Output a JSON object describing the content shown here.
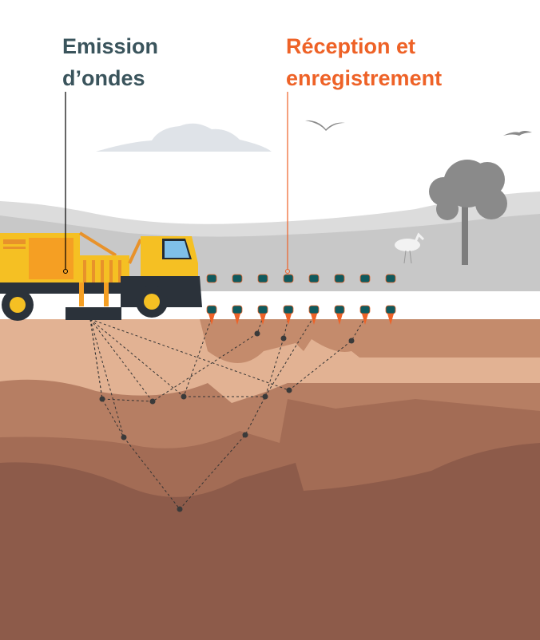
{
  "labels": {
    "emission_line1": "Emission",
    "emission_line2": "d’ondes",
    "reception_line1": "Réception et",
    "reception_line2": "enregistrement"
  },
  "colors": {
    "emission": "#3a545c",
    "reception": "#ee6227",
    "truck": "#f5c023",
    "sensor": "#0f5a5e"
  }
}
